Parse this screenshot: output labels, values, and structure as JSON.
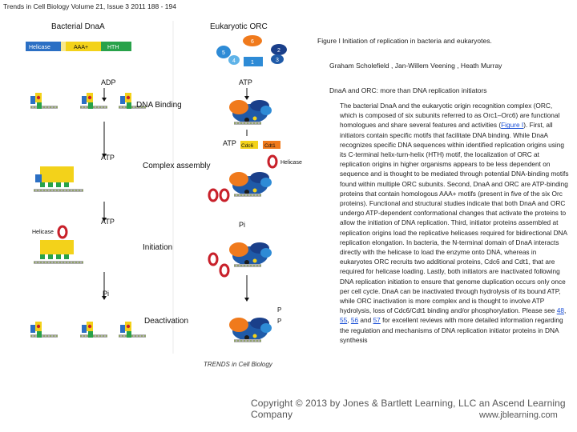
{
  "header": "Trends in Cell Biology Volume 21, Issue 3 2011 188 - 194",
  "figure": {
    "bacterial_title": "Bacterial DnaA",
    "eukaryotic_title": "Eukaryotic ORC",
    "domains": [
      "Helicase",
      "AAA+",
      "HTH"
    ],
    "orc_subunits": [
      "6",
      "5",
      "2",
      "1",
      "3",
      "4"
    ],
    "stages": [
      "DNA Binding",
      "Complex assembly",
      "Initiation",
      "Deactivation"
    ],
    "adp_label": "ADP",
    "atp_label": "ATP",
    "pi_label": "Pi",
    "p_label": "P",
    "cdc6_label": "Cdc6",
    "cdt1_label": "Cdt1",
    "helicase_label": "Helicase",
    "trends_logo": "TRENDS in Cell Biology",
    "colors": {
      "helicase": "#2b6fc4",
      "aaa": "#f3d21a",
      "hth": "#28a24a",
      "helicase_ring": "#c8202a",
      "orc_blue": "#1f5aa8",
      "orc_orange": "#f07a1c"
    }
  },
  "title": "Figure I Initiation of replication in bacteria and eukaryotes.",
  "authors": "Graham Scholefield , Jan-Willem Veening , Heath Murray",
  "subtitle": "DnaA and ORC: more than DNA replication initiators",
  "body": {
    "t1": "The bacterial DnaA and the eukaryotic origin recognition complex (ORC, which is composed of six subunits referred to as Orc1–Orc6) are functional homologues and share several features and activities (",
    "fig_link": "Figure I",
    "t2": "). First, all initiators contain specific motifs that facilitate DNA binding. While DnaA recognizes specific DNA sequences within identified replication origins using its C-terminal helix-turn-helix (HTH) motif, the localization of ORC at replication origins in higher organisms appears to be less dependent on sequence and is thought to be mediated through potential DNA-binding motifs found within multiple ORC subunits. Second, DnaA and ORC are ATP-binding proteins that contain homologous AAA+ motifs (present in five of the six Orc proteins). Functional and structural studies indicate that both DnaA and ORC undergo ATP-dependent conformational changes that activate the proteins to allow the initiation of DNA replication. Third, initiator proteins assembled at replication origins load the replicative helicases required for bidirectional DNA replication elongation. In bacteria, the N-terminal domain of DnaA interacts directly with the helicase to load the enzyme onto DNA, whereas in eukaryotes ORC recruits two additional proteins, Cdc6 and Cdt1, that are required for helicase loading. Lastly, both initiators are inactivated following DNA replication initiation to ensure that genome duplication occurs only once per cell cycle. DnaA can be inactivated through hydrolysis of its bound ATP, while ORC inactivation is more complex and is thought to involve ATP hydrolysis, loss of Cdc6/Cdt1 binding and/or phosphorylation. Please see ",
    "ref1": "48",
    "s1": ", ",
    "ref2": "55",
    "s2": ", ",
    "ref3": "56",
    "s3": " and ",
    "ref4": "57",
    "t3": " for excellent reviews with more detailed information regarding the regulation and mechanisms of DNA replication initiator proteins in DNA synthesis"
  },
  "copyright": "Copyright © 2013 by Jones & Bartlett Learning, LLC an Ascend Learning Company",
  "website": "www.jblearning.com"
}
